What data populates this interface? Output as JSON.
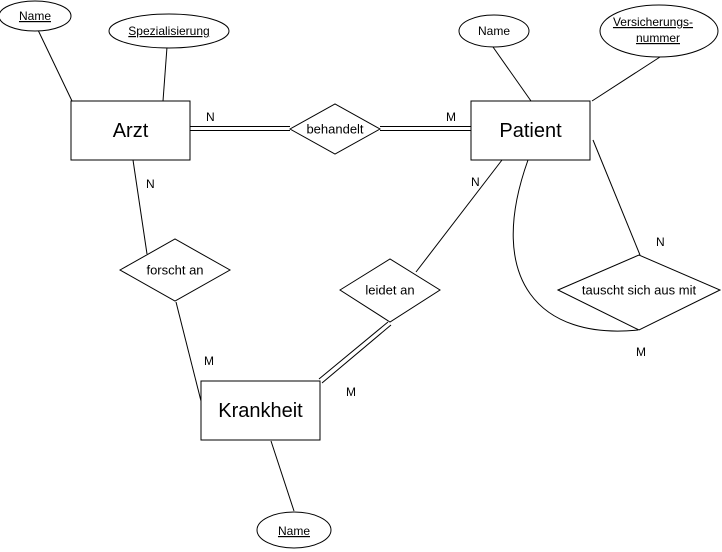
{
  "entities": {
    "arzt": "Arzt",
    "patient": "Patient",
    "krankheit": "Krankheit"
  },
  "relationships": {
    "behandelt": "behandelt",
    "forscht_an": "forscht an",
    "leidet_an": "leidet an",
    "tauscht": "tauscht sich aus mit"
  },
  "attributes": {
    "arzt_name": "Name",
    "arzt_spez": "Spezialisierung",
    "patient_name": "Name",
    "patient_vers_1": "Versicherungs-",
    "patient_vers_2": "nummer",
    "krankheit_name": "Name"
  },
  "cardinalities": {
    "behandelt_arzt": "N",
    "behandelt_patient": "M",
    "forscht_arzt": "N",
    "forscht_krankheit": "M",
    "leidet_patient": "N",
    "leidet_krankheit": "M",
    "tauscht_n": "N",
    "tauscht_m": "M"
  }
}
